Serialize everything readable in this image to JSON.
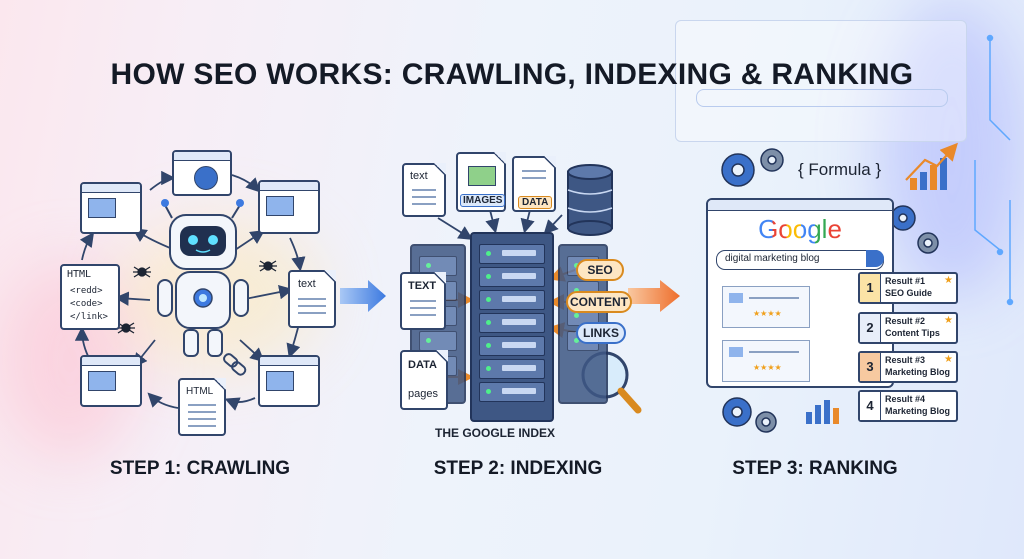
{
  "title": "HOW SEO WORKS: CRAWLING, INDEXING & RANKING",
  "steps": [
    "STEP 1: CRAWLING",
    "STEP 2: INDEXING",
    "STEP 3: RANKING"
  ],
  "crawl": {
    "html_code": {
      "label": "HTML",
      "lines": [
        "<redd>",
        "<code>",
        "</link>"
      ]
    },
    "text_label": "text",
    "html_label": "HTML"
  },
  "index": {
    "text_doc": "text",
    "images": "IMAGES",
    "data": "DATA",
    "text_doc2": "TEXT",
    "data_pages": [
      "DATA",
      "pages"
    ],
    "tags": [
      "SEO",
      "CONTENT",
      "LINKS"
    ],
    "caption": "THE GOOGLE INDEX"
  },
  "rank": {
    "formula": "{ Formula }",
    "logo": "Google",
    "query": "digital marketing blog",
    "results": [
      {
        "num": "1",
        "title": "Result #1",
        "sub": "SEO Guide",
        "color": "#fbe3a6"
      },
      {
        "num": "2",
        "title": "Result #2",
        "sub": "Content Tips",
        "color": "#e8eef9"
      },
      {
        "num": "3",
        "title": "Result #3",
        "sub": "Marketing Blog",
        "color": "#f7c9a0"
      },
      {
        "num": "4",
        "title": "Result #4",
        "sub": "Marketing Blog",
        "color": "#ffffff"
      }
    ]
  },
  "colors": {
    "navy": "#31456b",
    "orange": "#e9892a",
    "blue": "#3a70c9"
  }
}
